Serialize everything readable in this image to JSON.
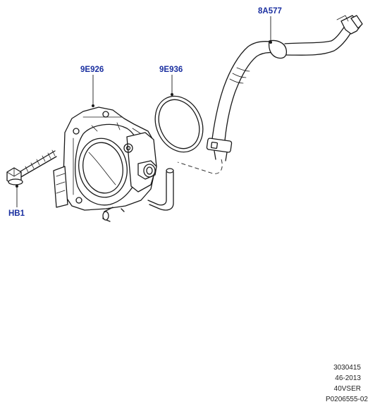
{
  "callouts": {
    "hose_label": "8A577",
    "throttle_body_label": "9E926",
    "gasket_label": "9E936",
    "bolt_label": "HB1"
  },
  "reference_block": {
    "line1": "3030415",
    "line2": "46-2013",
    "line3": "40VSER",
    "line4": "P0206555-02"
  },
  "colors": {
    "callout_text": "#1a2fa0",
    "linework": "#1a1a1a",
    "background": "#ffffff"
  }
}
